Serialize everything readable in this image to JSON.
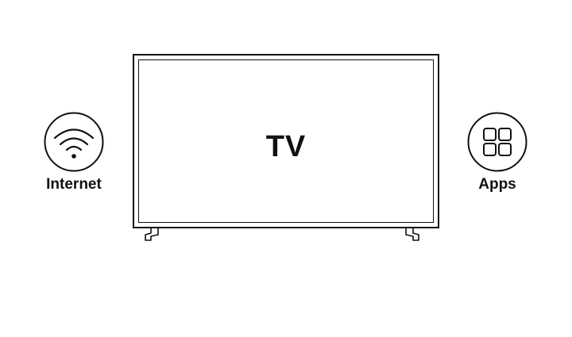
{
  "tv": {
    "label": "TV"
  },
  "features": {
    "internet": {
      "label": "Internet",
      "icon": "wifi-icon"
    },
    "apps": {
      "label": "Apps",
      "icon": "apps-grid-icon"
    }
  },
  "colors": {
    "line": "#111111",
    "background": "#ffffff"
  }
}
